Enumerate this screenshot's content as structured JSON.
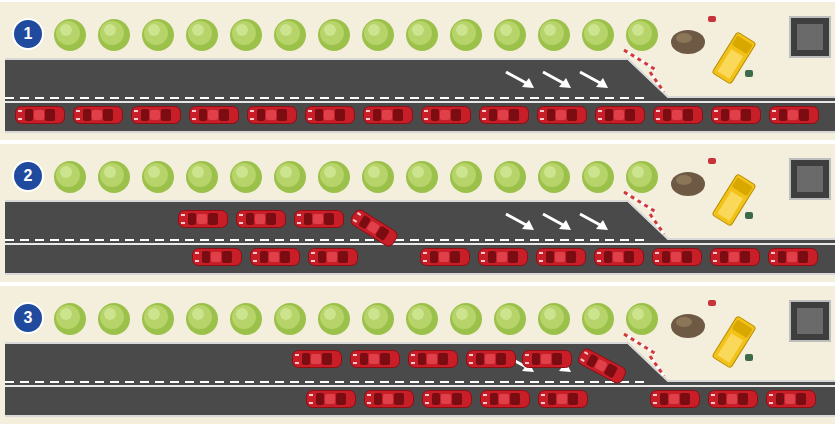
{
  "diagram": {
    "labels": [
      "1",
      "2",
      "3"
    ]
  }
}
